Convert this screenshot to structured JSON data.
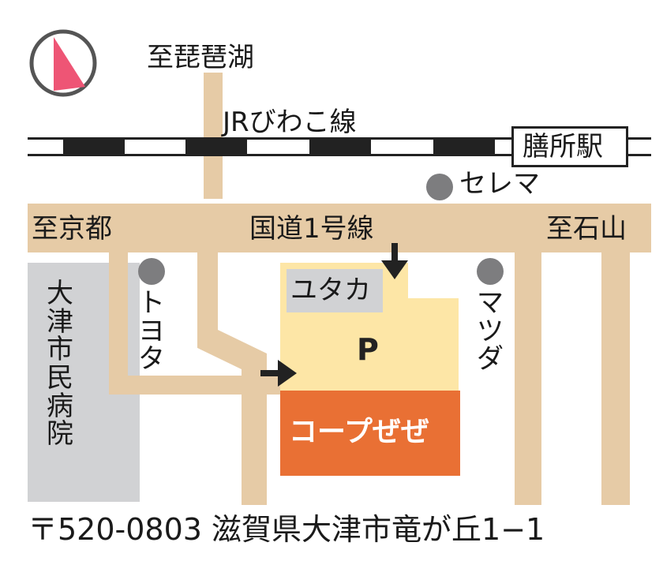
{
  "colors": {
    "road": "#e6cba6",
    "parking": "#fde6a6",
    "store": "#e97034",
    "hospital": "#d1d2d4",
    "landmark_dot": "#7d7d7f",
    "north_marker": "#ee5575",
    "rail_dark": "#222222"
  },
  "compass": {
    "icon": "north-arrow-icon"
  },
  "labels": {
    "lake_direction": "至琵琶湖",
    "railway": "JRびわこ線",
    "station": "膳所駅",
    "serema": "セレマ",
    "kyoto_direction": "至京都",
    "route1": "国道1号線",
    "ishiyama_direction": "至石山",
    "toyota": "トヨタ",
    "mazda": "マツダ",
    "yutaka": "ユタカ",
    "parking": "P",
    "store": "コープぜぜ",
    "hospital": "大津市民病院",
    "address": "〒520-0803 滋賀県大津市竜が丘1−1"
  },
  "markers": {
    "entrance_arrow_icon": "arrow-down-icon",
    "entrance_arrow_icon_2": "arrow-right-icon",
    "landmark_icon": "dot-marker"
  }
}
